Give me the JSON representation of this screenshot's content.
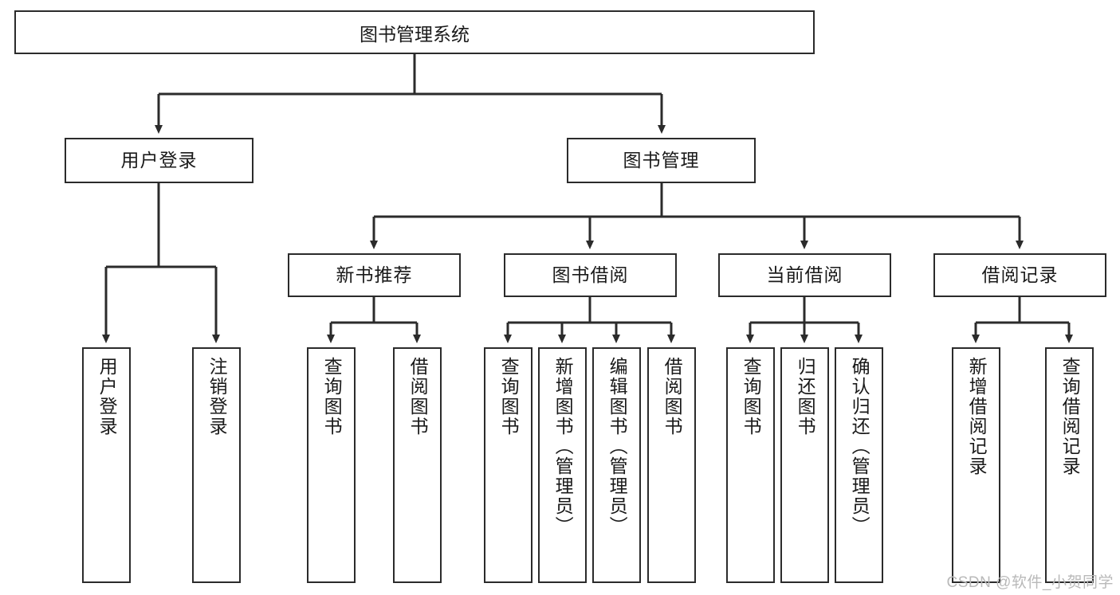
{
  "diagram": {
    "title": "图书管理系统",
    "type": "hierarchy-tree",
    "orientation": "top-down",
    "colors": {
      "stroke": "#2b2b2b",
      "fill": "#ffffff",
      "text": "#1a1a1a",
      "watermark": "#b9b9b9"
    },
    "watermark": "CSDN @软件_小贺同学"
  },
  "nodes": {
    "root": {
      "label": "图书管理系统"
    },
    "level2": [
      {
        "id": "user-login",
        "label": "用户登录"
      },
      {
        "id": "book-management",
        "label": "图书管理"
      }
    ],
    "level3": [
      {
        "id": "new-book-recommend",
        "label": "新书推荐"
      },
      {
        "id": "book-borrow",
        "label": "图书借阅"
      },
      {
        "id": "current-borrow",
        "label": "当前借阅"
      },
      {
        "id": "borrow-record",
        "label": "借阅记录"
      }
    ],
    "leaves": {
      "user_login": [
        {
          "id": "leaf-user-login",
          "label": "用户登录"
        },
        {
          "id": "leaf-logout-login",
          "label": "注销登录"
        }
      ],
      "new_book_recommend": [
        {
          "id": "leaf-query-book-1",
          "label": "查询图书"
        },
        {
          "id": "leaf-borrow-book-1",
          "label": "借阅图书"
        }
      ],
      "book_borrow": [
        {
          "id": "leaf-query-book-2",
          "label": "查询图书"
        },
        {
          "id": "leaf-add-book",
          "label": "新增图书（管理员）"
        },
        {
          "id": "leaf-edit-book",
          "label": "编辑图书（管理员）"
        },
        {
          "id": "leaf-borrow-book-2",
          "label": "借阅图书"
        }
      ],
      "current_borrow": [
        {
          "id": "leaf-query-book-3",
          "label": "查询图书"
        },
        {
          "id": "leaf-return-book",
          "label": "归还图书"
        },
        {
          "id": "leaf-confirm-return",
          "label": "确认归还（管理员）"
        }
      ],
      "borrow_record": [
        {
          "id": "leaf-add-record",
          "label": "新增借阅记录"
        },
        {
          "id": "leaf-query-record",
          "label": "查询借阅记录"
        }
      ]
    }
  }
}
